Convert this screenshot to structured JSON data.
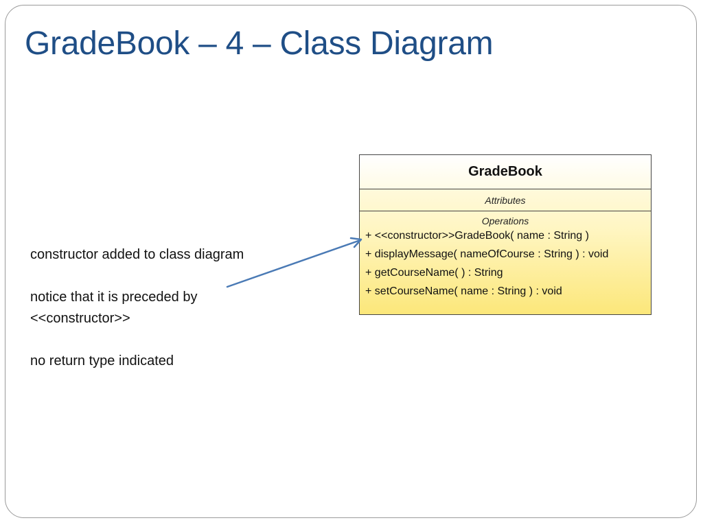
{
  "slide": {
    "title": "GradeBook – 4 – Class Diagram"
  },
  "notes": [
    "constructor added to class diagram",
    "notice that it is preceded by <<constructor>>",
    "no return type indicated"
  ],
  "uml_class": {
    "name": "GradeBook",
    "attributes_header": "Attributes",
    "operations_header": "Operations",
    "operations": [
      "+ <<constructor>>GradeBook( name : String )",
      "+ displayMessage( nameOfCourse : String ) : void",
      "+ getCourseName(  ) : String",
      "+ setCourseName( name : String ) : void"
    ]
  },
  "colors": {
    "title": "#1f4e86",
    "arrow": "#4a7ab5",
    "class_fill_top": "#fffdf0",
    "class_fill_bottom": "#fce77a"
  }
}
